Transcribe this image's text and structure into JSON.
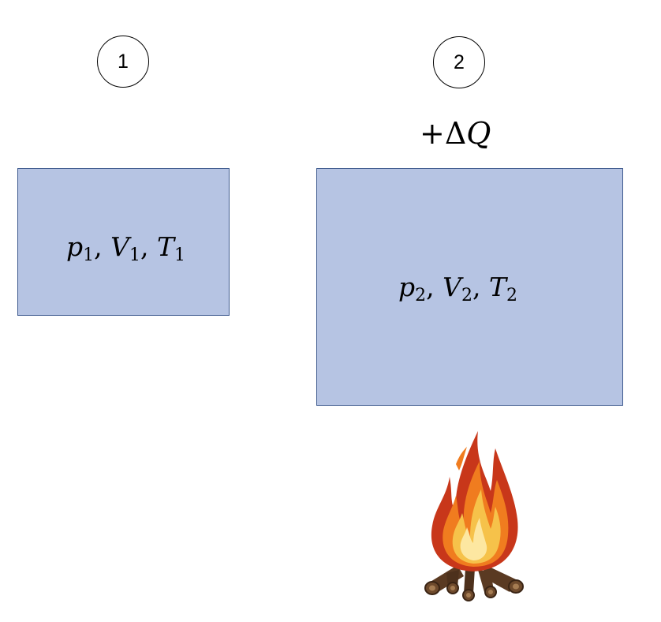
{
  "stages": [
    {
      "marker": "1",
      "state": {
        "p": "p",
        "p_sub": "1",
        "V": "V",
        "V_sub": "1",
        "T": "T",
        "T_sub": "1"
      }
    },
    {
      "marker": "2",
      "state": {
        "p": "p",
        "p_sub": "2",
        "V": "V",
        "V_sub": "2",
        "T": "T",
        "T_sub": "2"
      }
    }
  ],
  "heat": {
    "sign": "+",
    "delta": "Δ",
    "symbol": "Q"
  },
  "colors": {
    "box_fill": "#b6c4e3",
    "box_border": "#3f5b8f",
    "flame_outer": "#c8371a",
    "flame_mid": "#f07c1f",
    "flame_inner": "#f6c24a",
    "log": "#5a3a22"
  },
  "icons": {
    "heat_source": "campfire-icon"
  }
}
